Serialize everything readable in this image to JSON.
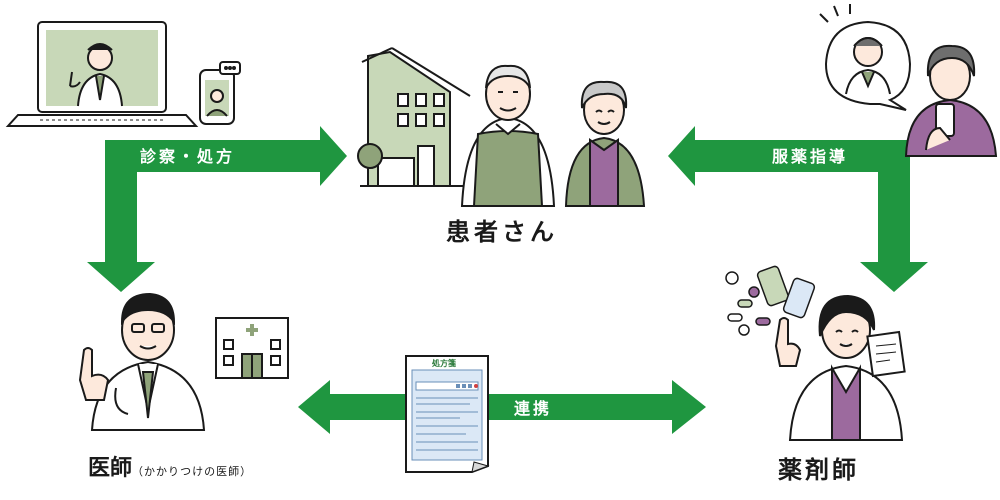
{
  "arrows": {
    "consult": "診察・処方",
    "guidance": "服薬指導",
    "cooperation": "連携"
  },
  "nodes": {
    "patient": "患者さん",
    "doctor": "医師",
    "doctor_sub": "（かかりつけの医師）",
    "pharmacist": "薬剤師"
  },
  "prescription_title": "処方箋",
  "colors": {
    "arrow_green": "#1f9640",
    "skin": "#fde9dc",
    "line": "#1a1a1a",
    "olive": "#8fa37a",
    "purple": "#9c6a9e"
  }
}
